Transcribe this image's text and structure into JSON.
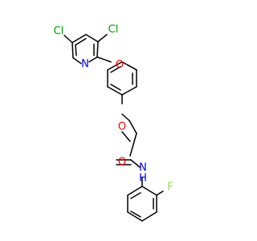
{
  "molecule": {
    "atoms": [
      {
        "id": "cl1",
        "symbol": "Cl",
        "color": "#00A000"
      },
      {
        "id": "cl2",
        "symbol": "Cl",
        "color": "#00A000"
      },
      {
        "id": "n_pyr",
        "symbol": "N",
        "color": "#0000FF"
      },
      {
        "id": "o_pyr",
        "symbol": "O",
        "color": "#FF0000"
      },
      {
        "id": "o_ar",
        "symbol": "O",
        "color": "#FF0000"
      },
      {
        "id": "o_amide",
        "symbol": "O",
        "color": "#FF0000"
      },
      {
        "id": "nh",
        "symbol": "N",
        "color": "#0000FF"
      },
      {
        "id": "h",
        "symbol": "H",
        "color": "#0000FF"
      },
      {
        "id": "f",
        "symbol": "F",
        "color": "#90E050"
      }
    ]
  }
}
